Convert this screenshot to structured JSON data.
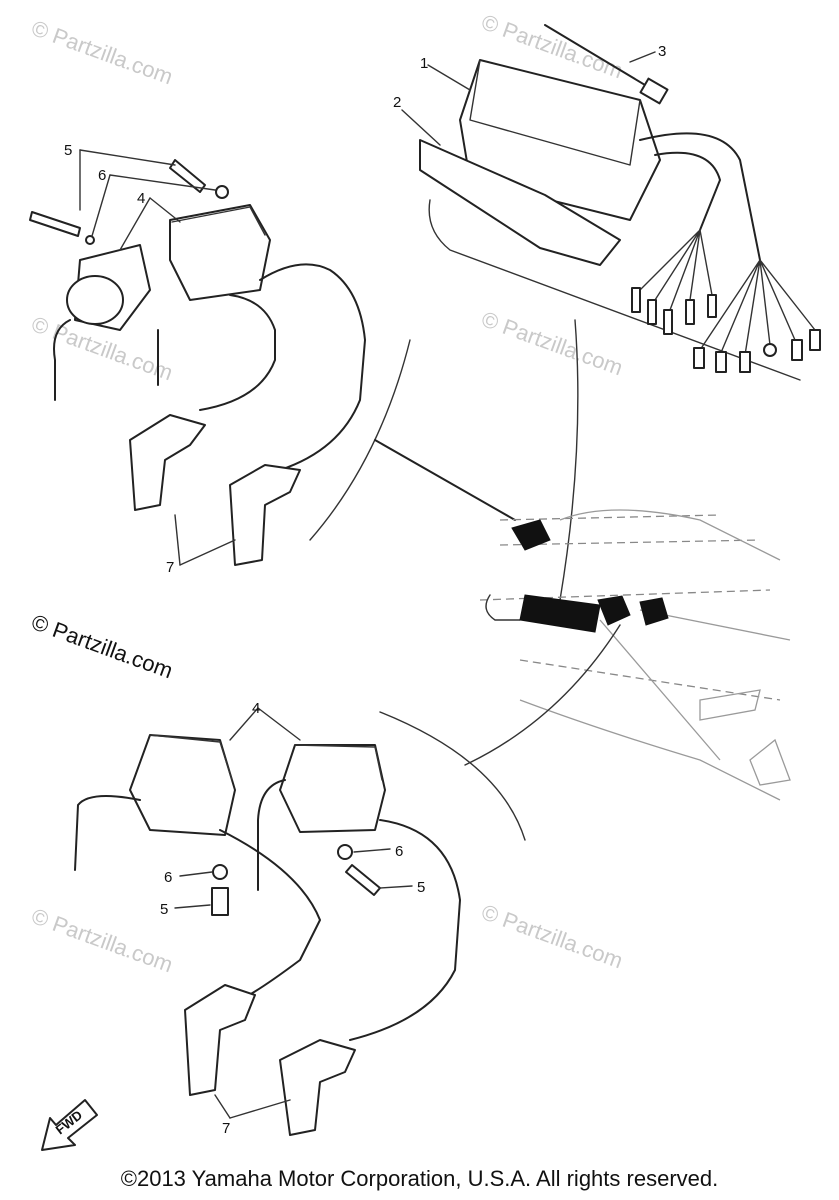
{
  "callouts": {
    "c1": "1",
    "c2": "2",
    "c3": "3",
    "c4_top": "4",
    "c5_top_a": "5",
    "c6_top": "6",
    "c7_top": "7",
    "c4_bottom": "4",
    "c5_bottom_a": "5",
    "c5_bottom_b": "5",
    "c6_bottom_a": "6",
    "c6_bottom_b": "6",
    "c7_bottom": "7"
  },
  "watermarks": {
    "faint": "© Partzilla.com",
    "prominent": "© Partzilla.com"
  },
  "fwd_label": "FWD",
  "copyright": "©2013  Yamaha Motor Corporation, U.S.A. All rights reserved."
}
